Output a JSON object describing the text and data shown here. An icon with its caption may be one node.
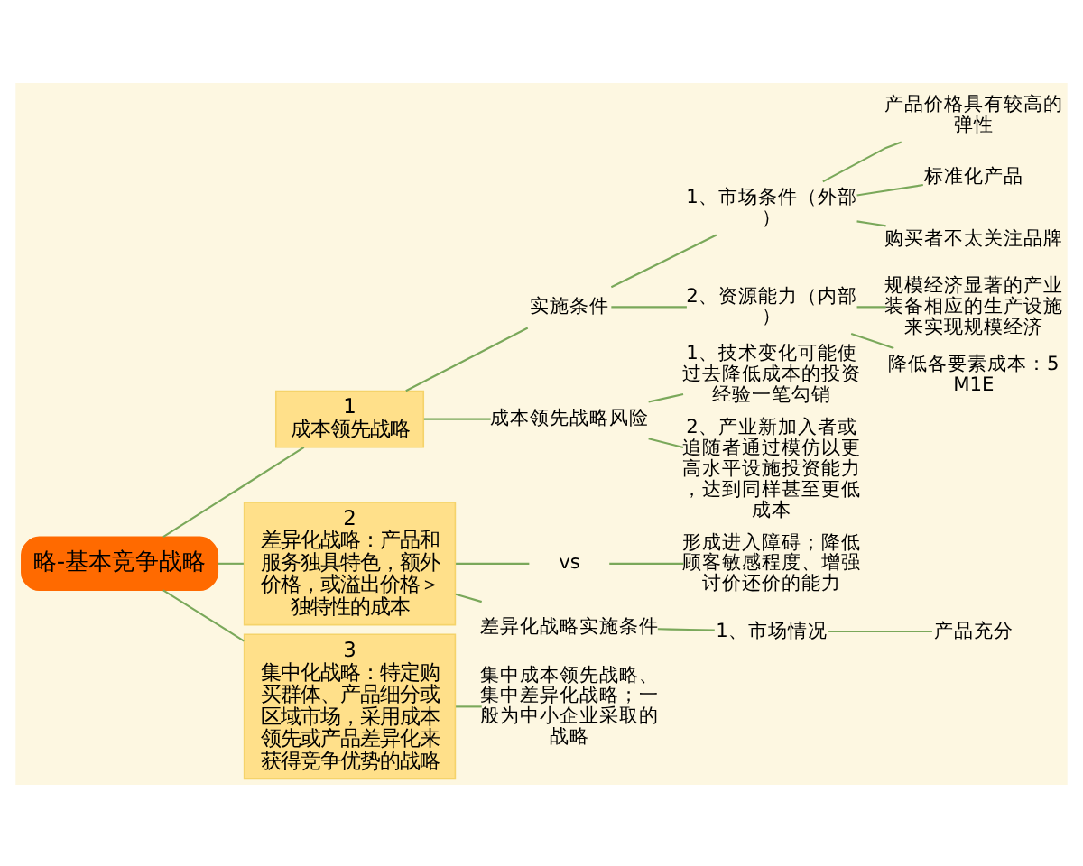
{
  "diagram": {
    "nodes": [
      {
        "text": [
          "略-基本竞争战略"
        ]
      },
      {
        "text": [
          "1",
          "成本领先战略"
        ]
      },
      {
        "text": [
          "实施条件"
        ]
      },
      {
        "text": [
          "1、市场条件（外部）"
        ]
      },
      {
        "text": [
          "产品价格具有较高的弹性"
        ]
      },
      {
        "text": [
          "标准化产品"
        ]
      },
      {
        "text": [
          "购买者不太关注品牌"
        ]
      },
      {
        "text": [
          "2、资源能力（内部）"
        ]
      },
      {
        "text": [
          "规模经济显著的产业装备相应的生产设施来实现规模经济"
        ]
      },
      {
        "text": [
          "降低各要素成本：5M1E"
        ]
      },
      {
        "text": [
          "成本领先战略风险"
        ]
      },
      {
        "text": [
          "1、技术变化可能使过去降低成本的投资经验一笔勾销"
        ]
      },
      {
        "text": [
          "2、产业新加入者或追随者通过模仿以更高水平设施投资能力，达到同样甚至更低成本"
        ]
      },
      {
        "text": [
          "2",
          "差异化战略：产品和服务独具特色，额外价格，或溢出价格＞独特性的成本"
        ]
      },
      {
        "text": [
          "vs"
        ]
      },
      {
        "text": [
          "形成进入障碍；降低顾客敏感程度、增强讨价还价的能力"
        ]
      },
      {
        "text": [
          "差异化战略实施条件"
        ]
      },
      {
        "text": [
          "1、市场情况"
        ]
      },
      {
        "text": [
          "产品充分"
        ]
      },
      {
        "text": [
          "3",
          "集中化战略：特定购买群体、产品细分或区域市场，采用成本领先或产品差异化来获得竞争优势的战略"
        ]
      },
      {
        "text": [
          "集中成本领先战略、集中差异化战略；一般为中小企业采取的战略"
        ]
      }
    ],
    "edges": [
      {
        "from": 0,
        "to": 1,
        "arrow": "none"
      },
      {
        "from": 1,
        "to": 2,
        "arrow": "none"
      },
      {
        "from": 2,
        "to": 3,
        "arrow": "none"
      },
      {
        "from": 3,
        "to": 4,
        "arrow": "none"
      },
      {
        "from": 3,
        "to": 5,
        "arrow": "none"
      },
      {
        "from": 3,
        "to": 6,
        "arrow": "none"
      },
      {
        "from": 2,
        "to": 7,
        "arrow": "none"
      },
      {
        "from": 7,
        "to": 8,
        "arrow": "none"
      },
      {
        "from": 7,
        "to": 9,
        "arrow": "none"
      },
      {
        "from": 1,
        "to": 10,
        "arrow": "none"
      },
      {
        "from": 10,
        "to": 11,
        "arrow": "none"
      },
      {
        "from": 10,
        "to": 12,
        "arrow": "none"
      },
      {
        "from": 0,
        "to": 13,
        "arrow": "none"
      },
      {
        "from": 13,
        "to": 14,
        "arrow": "none"
      },
      {
        "from": 14,
        "to": 15,
        "arrow": "none"
      },
      {
        "from": 13,
        "to": 16,
        "arrow": "none"
      },
      {
        "from": 16,
        "to": 17,
        "arrow": "none"
      },
      {
        "from": 17,
        "to": 18,
        "arrow": "none"
      },
      {
        "from": 0,
        "to": 19,
        "arrow": "none"
      },
      {
        "from": 19,
        "to": 20,
        "arrow": "none"
      }
    ]
  }
}
